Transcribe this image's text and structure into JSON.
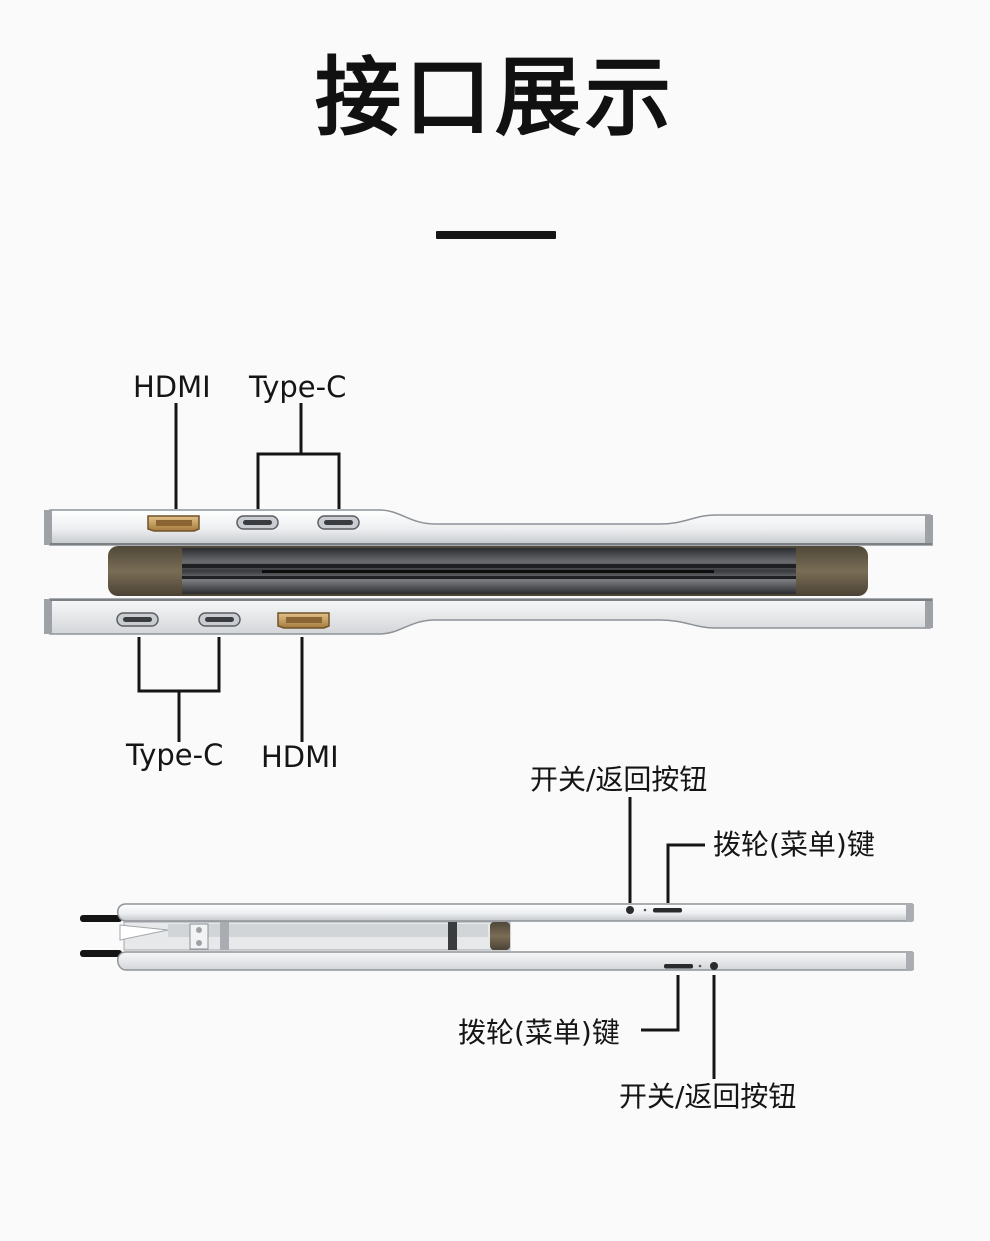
{
  "page": {
    "title": "接口展示",
    "background": "#fafafa",
    "line_color": "#151515"
  },
  "top_view": {
    "upper_panel": {
      "hdmi_label": "HDMI",
      "typec_label": "Type-C"
    },
    "lower_panel": {
      "typec_label": "Type-C",
      "hdmi_label": "HDMI"
    }
  },
  "side_view": {
    "upper_panel": {
      "power_label": "开关/返回按钮",
      "wheel_label": "拨轮(菜单)键"
    },
    "lower_panel": {
      "wheel_label": "拨轮(菜单)键",
      "power_label": "开关/返回按钮"
    }
  },
  "colors": {
    "aluminum_light": "#f3f4f5",
    "aluminum_dark": "#b9bcc0",
    "hdmi_port": "#c9a063",
    "hinge_bronze": "#6b5f4c",
    "spine_dark": "#3c3d40"
  }
}
